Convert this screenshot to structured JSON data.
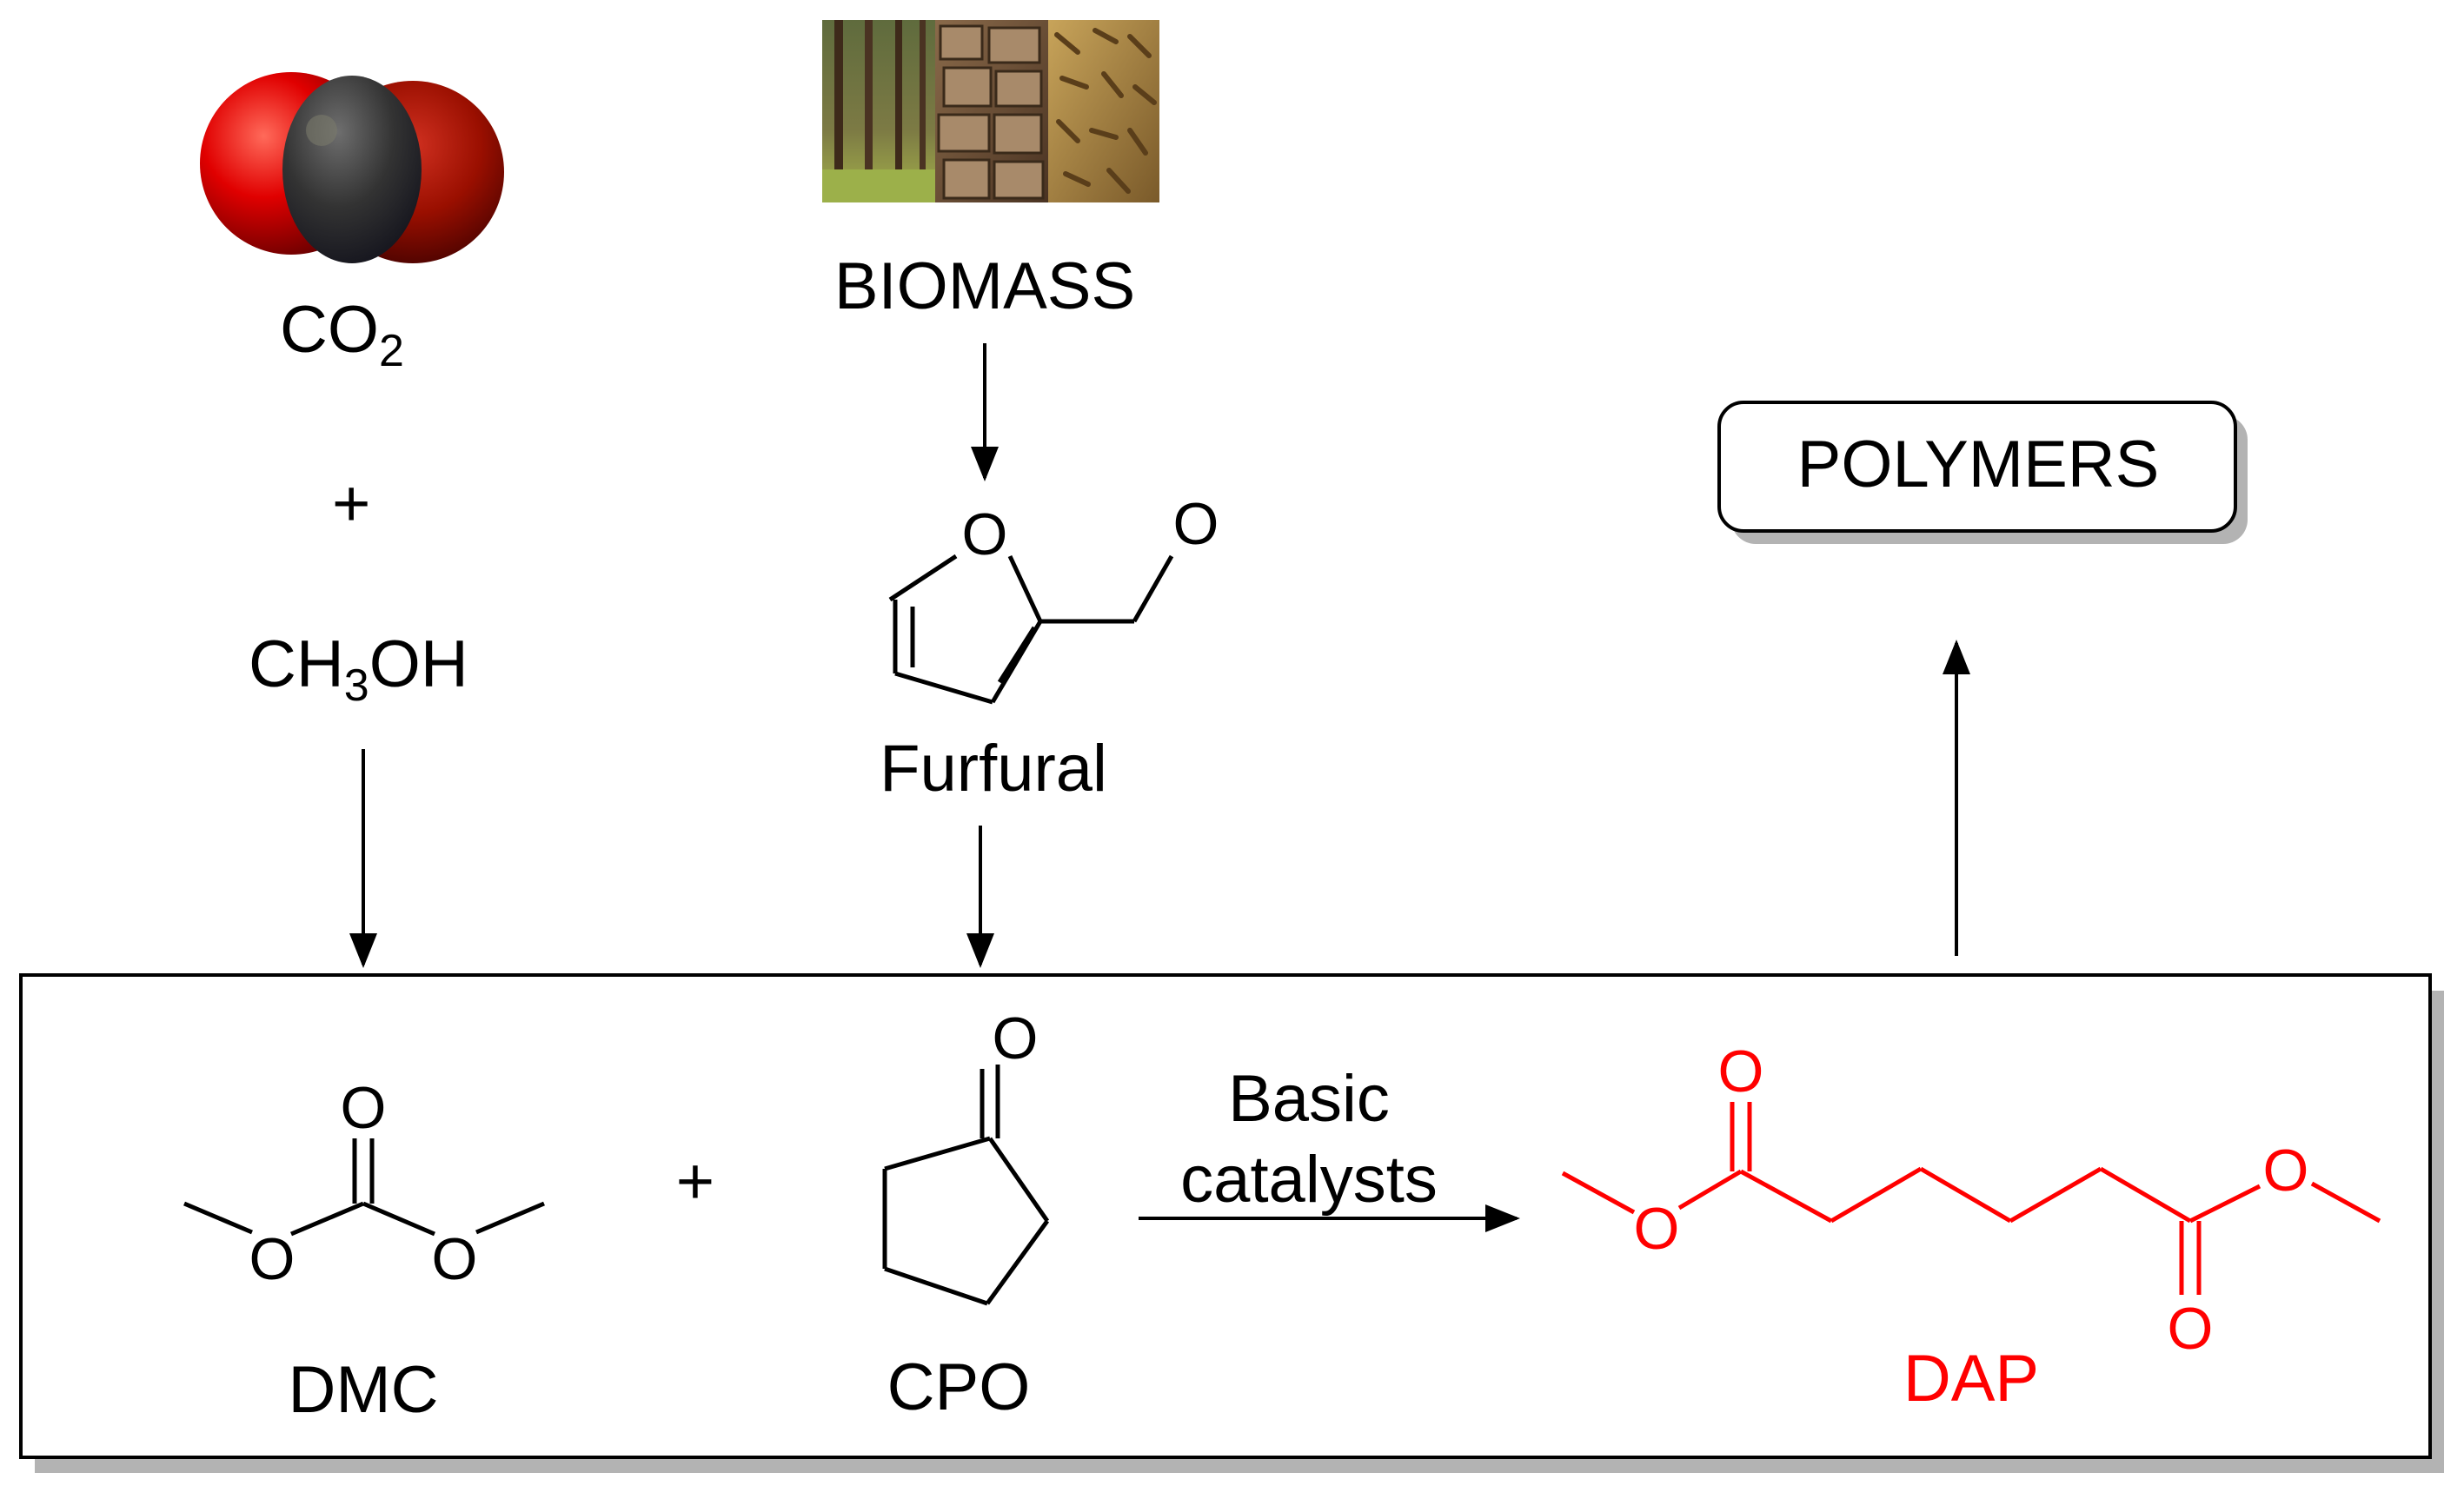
{
  "reactants": {
    "co2": {
      "label": "CO",
      "subscript": "2"
    },
    "plus": "+",
    "methanol": {
      "prefix": "CH",
      "subscript": "3",
      "suffix": "OH"
    }
  },
  "biomass": {
    "label": "BIOMASS"
  },
  "furfural": {
    "label": "Furfural",
    "ring_oxygen": "O",
    "carbonyl_oxygen": "O"
  },
  "polymers": {
    "label": "POLYMERS"
  },
  "reaction": {
    "dmc": {
      "label": "DMC",
      "atoms": [
        "O",
        "O",
        "O"
      ]
    },
    "plus": "+",
    "cpo": {
      "label": "CPO",
      "atom": "O"
    },
    "conditions": [
      "Basic",
      "catalysts"
    ],
    "dap": {
      "label": "DAP",
      "atoms": [
        "O",
        "O",
        "O",
        "O"
      ]
    }
  },
  "colors": {
    "product": "#ff0000",
    "line": "#000000",
    "shadow": "#b3b3b3"
  },
  "icons": {
    "co2_model": "space-filling-co2-molecule",
    "biomass_photo": "forest-wood-pellets"
  }
}
